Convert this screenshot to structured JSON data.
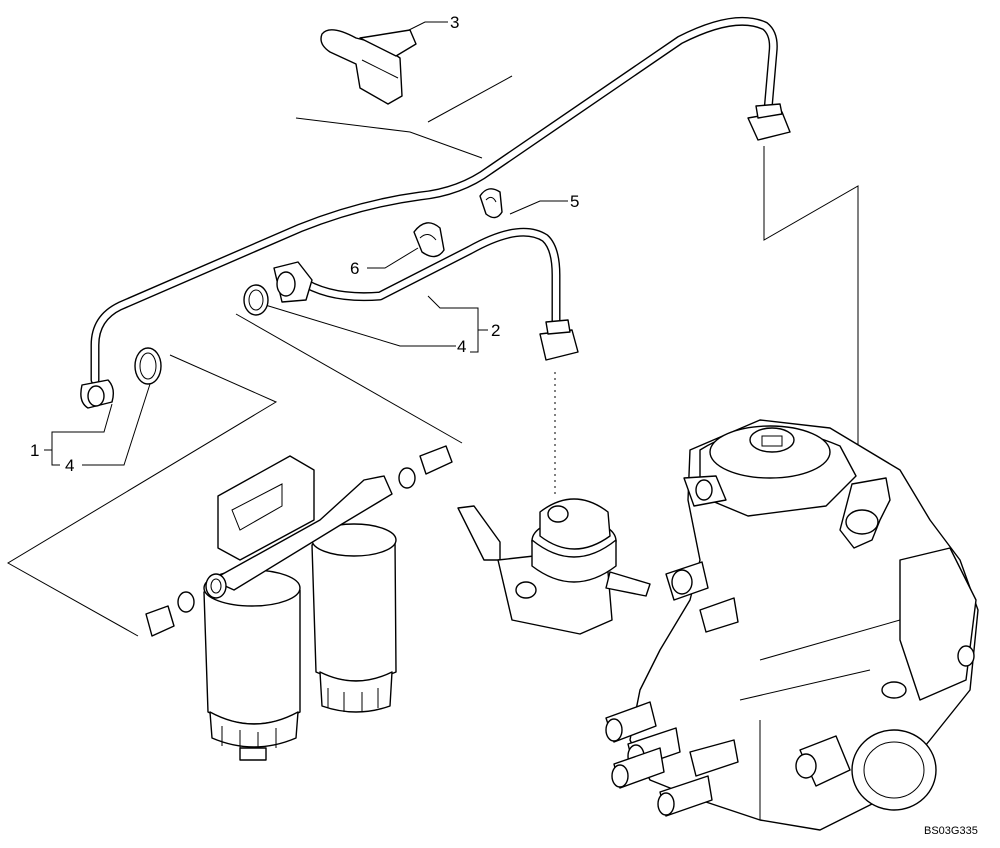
{
  "diagram": {
    "drawing_code": "BS03G335",
    "callouts": [
      {
        "id": "callout-3",
        "label": "3"
      },
      {
        "id": "callout-5",
        "label": "5"
      },
      {
        "id": "callout-6",
        "label": "6"
      },
      {
        "id": "callout-2",
        "label": "2"
      },
      {
        "id": "callout-4a",
        "label": "4"
      },
      {
        "id": "callout-1",
        "label": "1"
      },
      {
        "id": "callout-4b",
        "label": "4"
      }
    ]
  }
}
